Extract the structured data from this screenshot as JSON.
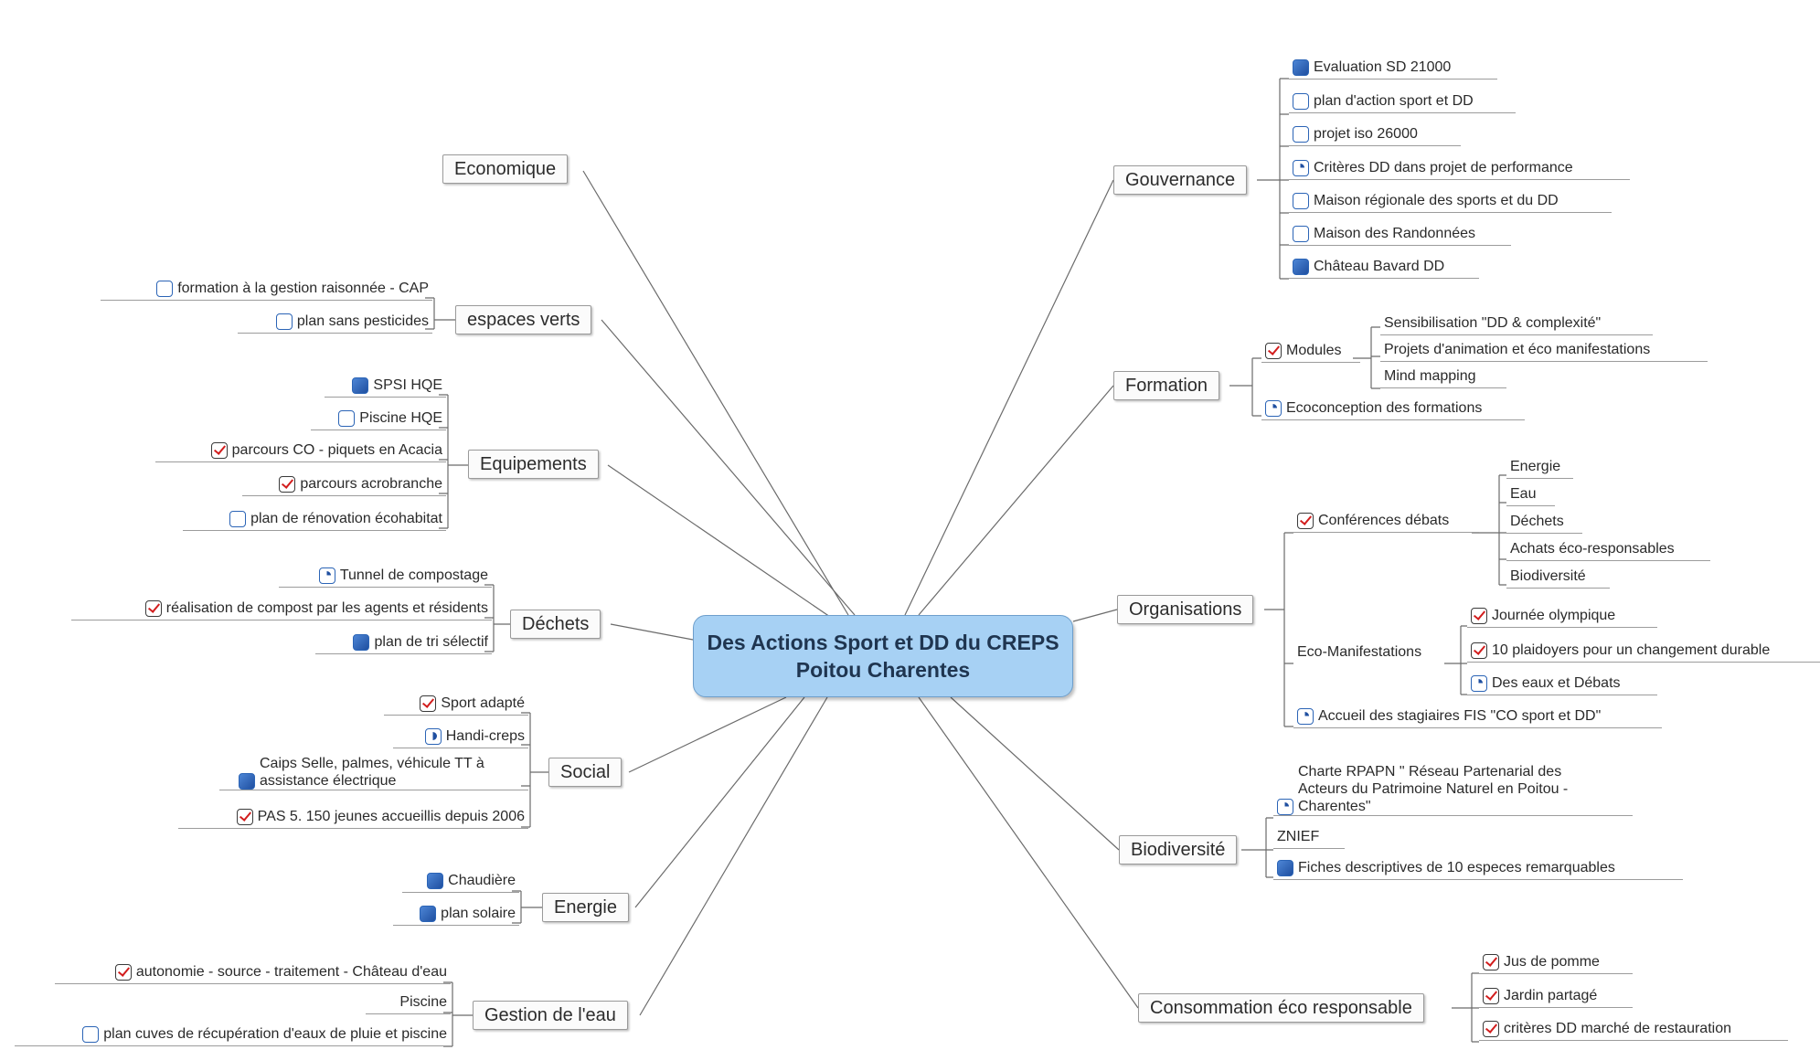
{
  "center": "Des Actions Sport et DD du CREPS Poitou Charentes",
  "topics": {
    "economique": "Economique",
    "espaces_verts": "espaces verts",
    "equipements": "Equipements",
    "dechets": "Déchets",
    "social": "Social",
    "energie": "Energie",
    "gestion_eau": "Gestion de l'eau",
    "gouvernance": "Gouvernance",
    "formation": "Formation",
    "organisations": "Organisations",
    "biodiversite": "Biodiversité",
    "consommation": "Consommation éco responsable"
  },
  "leaves": {
    "ev_formation": "formation à la gestion raisonnée - CAP",
    "ev_plan": "plan sans pesticides",
    "eq_spsi": "SPSI HQE",
    "eq_piscine": "Piscine HQE",
    "eq_parcours_co": "parcours CO - piquets en Acacia",
    "eq_acrobranche": "parcours acrobranche",
    "eq_renovation": "plan de rénovation écohabitat",
    "de_tunnel": "Tunnel de compostage",
    "de_compost": "réalisation de compost par les agents et résidents",
    "de_tri": "plan de tri sélectif",
    "so_adapte": "Sport adapté",
    "so_handi": "Handi-creps",
    "so_caips": "Caips Selle, palmes, véhicule TT à assistance électrique",
    "so_pas": "PAS 5. 150 jeunes accueillis depuis 2006",
    "en_chaudiere": "Chaudière",
    "en_solaire": "plan solaire",
    "ge_autonomie": "autonomie - source - traitement - Château d'eau",
    "ge_piscine": "Piscine",
    "ge_cuves": "plan cuves de récupération d'eaux de pluie et piscine",
    "go_eval": "Evaluation SD 21000",
    "go_plan": "plan d'action sport et DD",
    "go_iso": "projet iso 26000",
    "go_criteres": "Critères DD dans projet de performance",
    "go_maison_reg": "Maison régionale des sports et du DD",
    "go_maison_rand": "Maison des Randonnées",
    "go_chateau": "Château Bavard DD",
    "fo_modules": "Modules",
    "fo_sensib": "Sensibilisation \"DD & complexité\"",
    "fo_projets": "Projets d'animation et éco manifestations",
    "fo_mind": "Mind mapping",
    "fo_ecoconception": "Ecoconception des formations",
    "or_conferences": "Conférences débats",
    "or_energie": "Energie",
    "or_eau": "Eau",
    "or_dechets": "Déchets",
    "or_achats": "Achats éco-responsables",
    "or_biodiv": "Biodiversité",
    "or_eco_manif": "Eco-Manifestations",
    "or_journee": "Journée olympique",
    "or_plaidoyers": "10 plaidoyers pour un changement durable",
    "or_eaux_debats": "Des eaux et Débats",
    "or_accueil": "Accueil des stagiaires FIS \"CO sport et DD\"",
    "bi_charte": "Charte RPAPN \" Réseau Partenarial des Acteurs du Patrimoine Naturel en Poitou - Charentes\"",
    "bi_znief": "ZNIEF",
    "bi_fiches": "Fiches descriptives de 10 especes remarquables",
    "co_jus": "Jus de pomme",
    "co_jardin": "Jardin partagé",
    "co_criteres": "critères DD marché de restauration"
  },
  "icons": {
    "ev_formation": "task-0-icon",
    "ev_plan": "task-0-icon",
    "eq_spsi": "task-100-icon",
    "eq_piscine": "task-0-icon",
    "eq_parcours_co": "checked-icon",
    "eq_acrobranche": "checked-icon",
    "eq_renovation": "task-0-icon",
    "de_tunnel": "task-25-icon",
    "de_compost": "checked-icon",
    "de_tri": "task-100-icon",
    "so_adapte": "checked-icon",
    "so_handi": "task-50-icon",
    "so_caips": "task-100-icon",
    "so_pas": "checked-icon",
    "en_chaudiere": "task-100-icon",
    "en_solaire": "task-100-icon",
    "ge_autonomie": "checked-icon",
    "ge_cuves": "task-0-icon",
    "go_eval": "task-100-icon",
    "go_plan": "task-0-icon",
    "go_iso": "task-0-icon",
    "go_criteres": "task-25-icon",
    "go_maison_reg": "task-0-icon",
    "go_maison_rand": "task-0-icon",
    "go_chateau": "task-100-icon",
    "fo_modules": "checked-icon",
    "fo_ecoconception": "task-25-icon",
    "or_conferences": "checked-icon",
    "or_journee": "checked-icon",
    "or_plaidoyers": "checked-icon",
    "or_eaux_debats": "task-25-icon",
    "or_accueil": "task-25-icon",
    "bi_charte": "task-25-icon",
    "bi_fiches": "task-100-icon",
    "co_jus": "checked-icon",
    "co_jardin": "checked-icon",
    "co_criteres": "checked-icon"
  },
  "colors": {
    "central_fill": "#a7d1f4",
    "task_blue": "#2b64b6",
    "check_red": "#d21d1d"
  }
}
